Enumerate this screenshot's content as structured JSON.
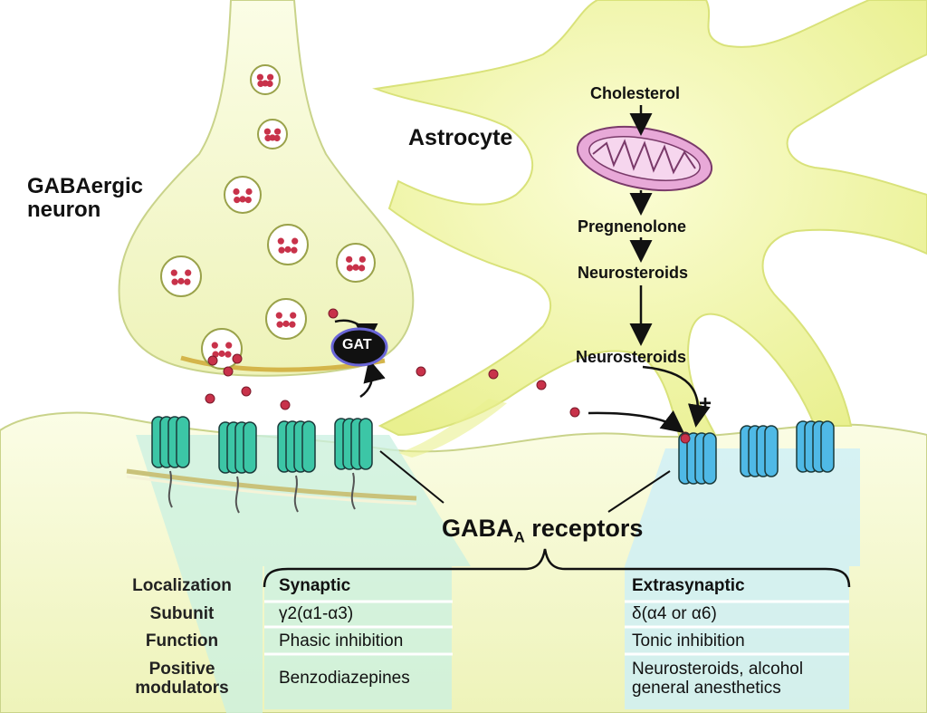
{
  "labels": {
    "neuron": [
      "GABAergic",
      "neuron"
    ],
    "astrocyte": "Astrocyte",
    "gat": "GAT",
    "plus": "+",
    "receptors_main": "GABA",
    "receptors_sub": "A",
    "receptors_tail": " receptors"
  },
  "pathway": [
    "Cholesterol",
    "Pregnenolone",
    "Neurosteroids",
    "Neurosteroids"
  ],
  "table": {
    "row_labels": [
      "Localization",
      "Subunit",
      "Function",
      "Positive",
      "modulators"
    ],
    "synaptic": {
      "header": "Synaptic",
      "subunit": "γ2(α1-α3)",
      "function": "Phasic inhibition",
      "modulators": "Benzodiazepines"
    },
    "extrasynaptic": {
      "header": "Extrasynaptic",
      "subunit": "δ(α4 or α6)",
      "function": "Tonic inhibition",
      "modulators": [
        "Neurosteroids, alcohol",
        "general anesthetics"
      ]
    }
  },
  "colors": {
    "cell_fill": "#f3f6c8",
    "cell_shade": "#d9e59a",
    "vesicle": "#c8324a",
    "mito": "#e8a9d8",
    "synaptic_receptor": "#3cc6a6",
    "extrasynaptic_receptor": "#4fb9e6",
    "synaptic_band": "#c9f0e2",
    "extrasynaptic_band": "#cdeff8"
  },
  "icons": [
    "vesicle-icon",
    "mitochondrion-icon",
    "receptor-icon",
    "arrow-icon"
  ]
}
